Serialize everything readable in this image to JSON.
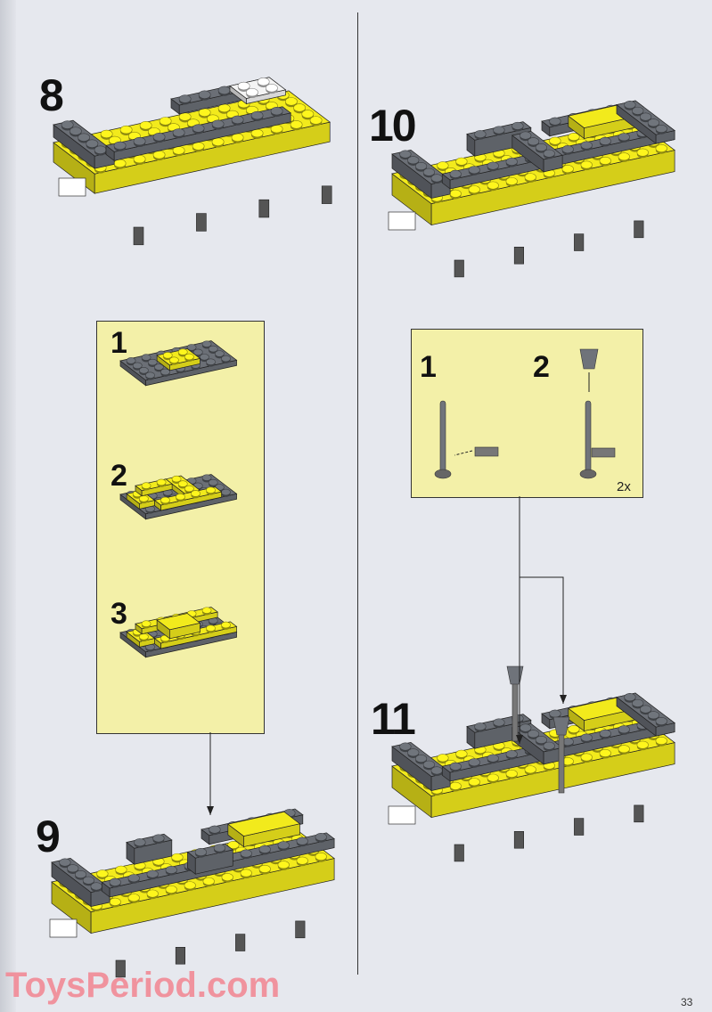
{
  "page": {
    "number": "33",
    "watermark": "ToysPeriod.com"
  },
  "steps": [
    {
      "label": "8"
    },
    {
      "label": "9"
    },
    {
      "label": "10"
    },
    {
      "label": "11"
    }
  ],
  "sub_assembly_left": {
    "steps": [
      {
        "label": "1"
      },
      {
        "label": "2"
      },
      {
        "label": "3"
      }
    ]
  },
  "sub_assembly_right": {
    "steps": [
      {
        "label": "1"
      },
      {
        "label": "2"
      }
    ],
    "multiplier": "2x"
  },
  "colors": {
    "yellow": "#f2ea1c",
    "grey": "#6b6f76",
    "box": "#f3f0a8",
    "watermark": "#f28a96"
  }
}
